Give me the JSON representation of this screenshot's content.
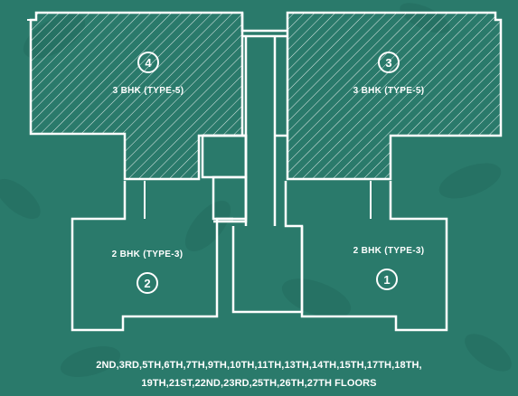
{
  "colors": {
    "background": "#2a7a6b",
    "line": "#ffffff",
    "leaf": "#267264"
  },
  "units": [
    {
      "number": "4",
      "label": "3 BHK (TYPE-5)"
    },
    {
      "number": "3",
      "label": "3 BHK (TYPE-5)"
    },
    {
      "number": "2",
      "label": "2 BHK (TYPE-3)"
    },
    {
      "number": "1",
      "label": "2 BHK (TYPE-3)"
    }
  ],
  "floors": {
    "line1": "2ND,3RD,5TH,6TH,7TH,9TH,10TH,11TH,13TH,14TH,15TH,17TH,18TH,",
    "line2": "19TH,21ST,22ND,23RD,25TH,26TH,27TH FLOORS"
  }
}
